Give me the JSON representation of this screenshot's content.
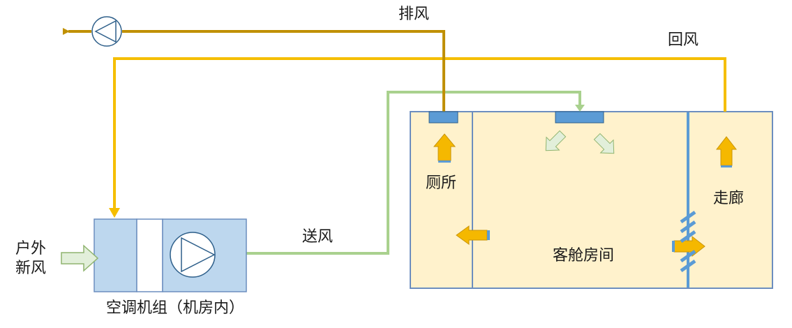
{
  "labels": {
    "exhaust": "排风",
    "return_air": "回风",
    "supply_air": "送风",
    "fresh_air_line1": "户外",
    "fresh_air_line2": "新风",
    "ahu": "空调机组（机房内）",
    "toilet": "厕所",
    "cabin": "客舱房间",
    "corridor": "走廊"
  },
  "colors": {
    "exhaust_duct": "#c09000",
    "return_duct": "#f5be00",
    "supply_duct": "#a9d18e",
    "room_fill": "#fff2cc",
    "room_border": "#6c8ebf",
    "ahu_fill": "#bdd7ee",
    "vent": "#5b9bd5",
    "orange_arrow": "#f5b800",
    "pale_arrow": "#e2efda",
    "fan_stroke": "#2e5f8a"
  }
}
